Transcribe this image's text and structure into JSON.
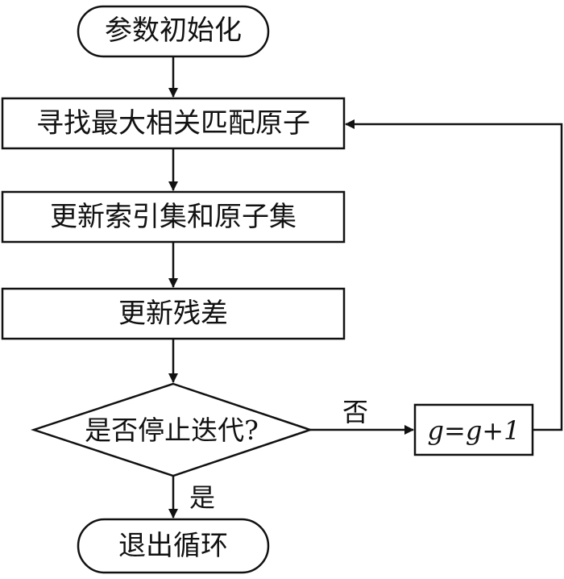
{
  "nodes": {
    "start": "参数初始化",
    "find_atom": "寻找最大相关匹配原子",
    "update_sets": "更新索引集和原子集",
    "update_residual": "更新残差",
    "decision": "是否停止迭代?",
    "increment": "g=g+1",
    "end": "退出循环"
  },
  "edges": {
    "no_label": "否",
    "yes_label": "是"
  },
  "colors": {
    "stroke": "#111111",
    "fill": "#ffffff"
  }
}
